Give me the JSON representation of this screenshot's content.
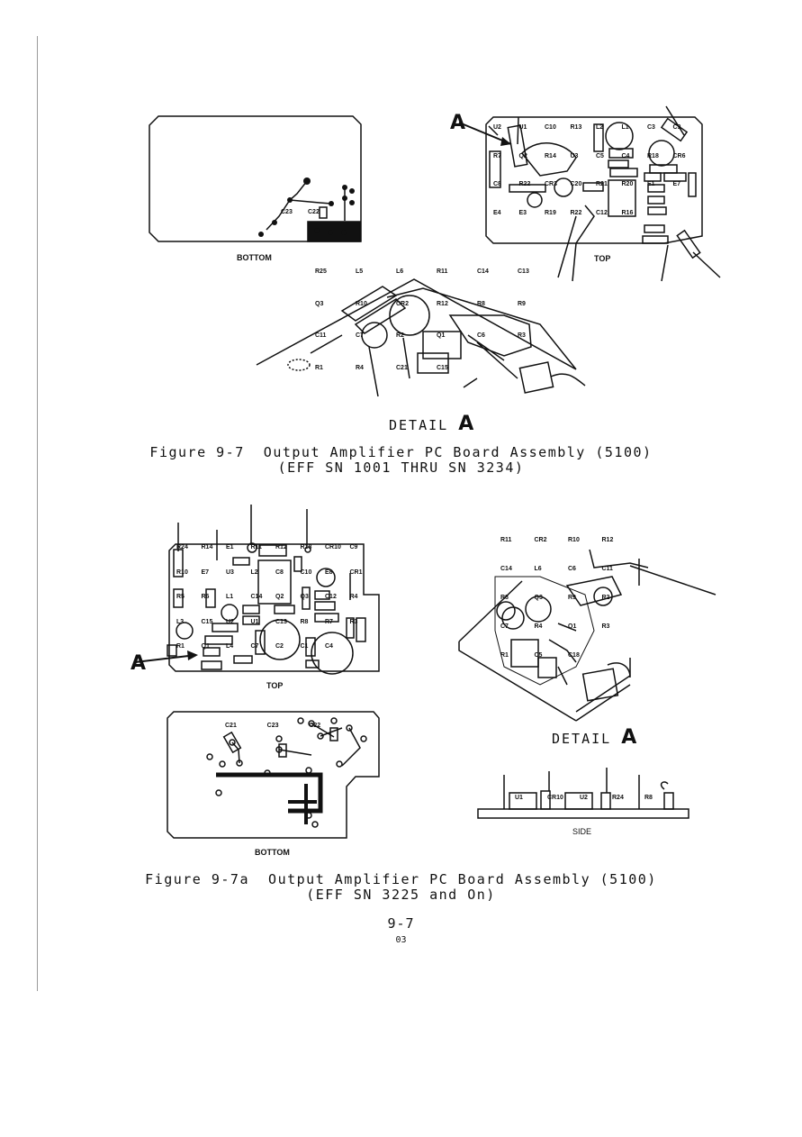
{
  "fig1": {
    "bottom_label": "BOTTOM",
    "top_label": "TOP",
    "detail_label": "DETAIL",
    "detail_letter": "A",
    "callout_letter": "A",
    "caption_line1": "Figure 9-7  Output Amplifier PC Board Assembly (5100)",
    "caption_line2": "(EFF SN 1001 THRU SN 3234)",
    "top_parts": [
      "U2",
      "U1",
      "C10",
      "R13",
      "L2",
      "L1",
      "C3",
      "C9",
      "R7",
      "Q2",
      "R14",
      "U3",
      "C5",
      "C4",
      "R18",
      "CR6",
      "C8",
      "R22",
      "CR3",
      "C20",
      "R21",
      "R20",
      "E1",
      "E7",
      "E4",
      "E3",
      "R19",
      "R22",
      "C12",
      "R16"
    ],
    "bottom_parts": [
      "C23",
      "C22"
    ],
    "detail_parts": [
      "R25",
      "L5",
      "L6",
      "R11",
      "C14",
      "C13",
      "Q3",
      "R10",
      "CR2",
      "R12",
      "R8",
      "R9",
      "C11",
      "C7",
      "R2",
      "Q1",
      "C6",
      "R3",
      "R1",
      "R4",
      "C21",
      "C15"
    ]
  },
  "fig2": {
    "top_label": "TOP",
    "bottom_label": "BOTTOM",
    "side_label": "SIDE",
    "detail_label": "DETAIL",
    "detail_letter": "A",
    "callout_letter": "A",
    "caption_line1": "Figure 9-7a  Output Amplifier PC Board Assembly (5100)",
    "caption_line2": "(EFF SN 3225 and On)",
    "top_parts": [
      "R24",
      "R14",
      "E1",
      "R11",
      "R12",
      "R18",
      "CR10",
      "C9",
      "R10",
      "E7",
      "U3",
      "L2",
      "C8",
      "C10",
      "E8",
      "CR1",
      "R5",
      "R6",
      "L1",
      "C14",
      "Q2",
      "Q3",
      "C12",
      "R4",
      "L3",
      "C15",
      "U2",
      "U1",
      "C13",
      "R8",
      "R7",
      "R3",
      "R1",
      "Q1",
      "L4",
      "C7",
      "C2",
      "C1",
      "C4"
    ],
    "bottom_parts": [
      "C21",
      "C23",
      "C22"
    ],
    "side_parts": [
      "U1",
      "CR10",
      "U2",
      "R24",
      "R8"
    ],
    "detail_parts": [
      "R11",
      "CR2",
      "R10",
      "R12",
      "C14",
      "L6",
      "C6",
      "C11",
      "R8",
      "Q3",
      "R9",
      "R2",
      "C7",
      "R4",
      "Q1",
      "R3",
      "R1",
      "C5",
      "C18"
    ]
  },
  "page": {
    "number": "9-7",
    "revision": "03"
  }
}
